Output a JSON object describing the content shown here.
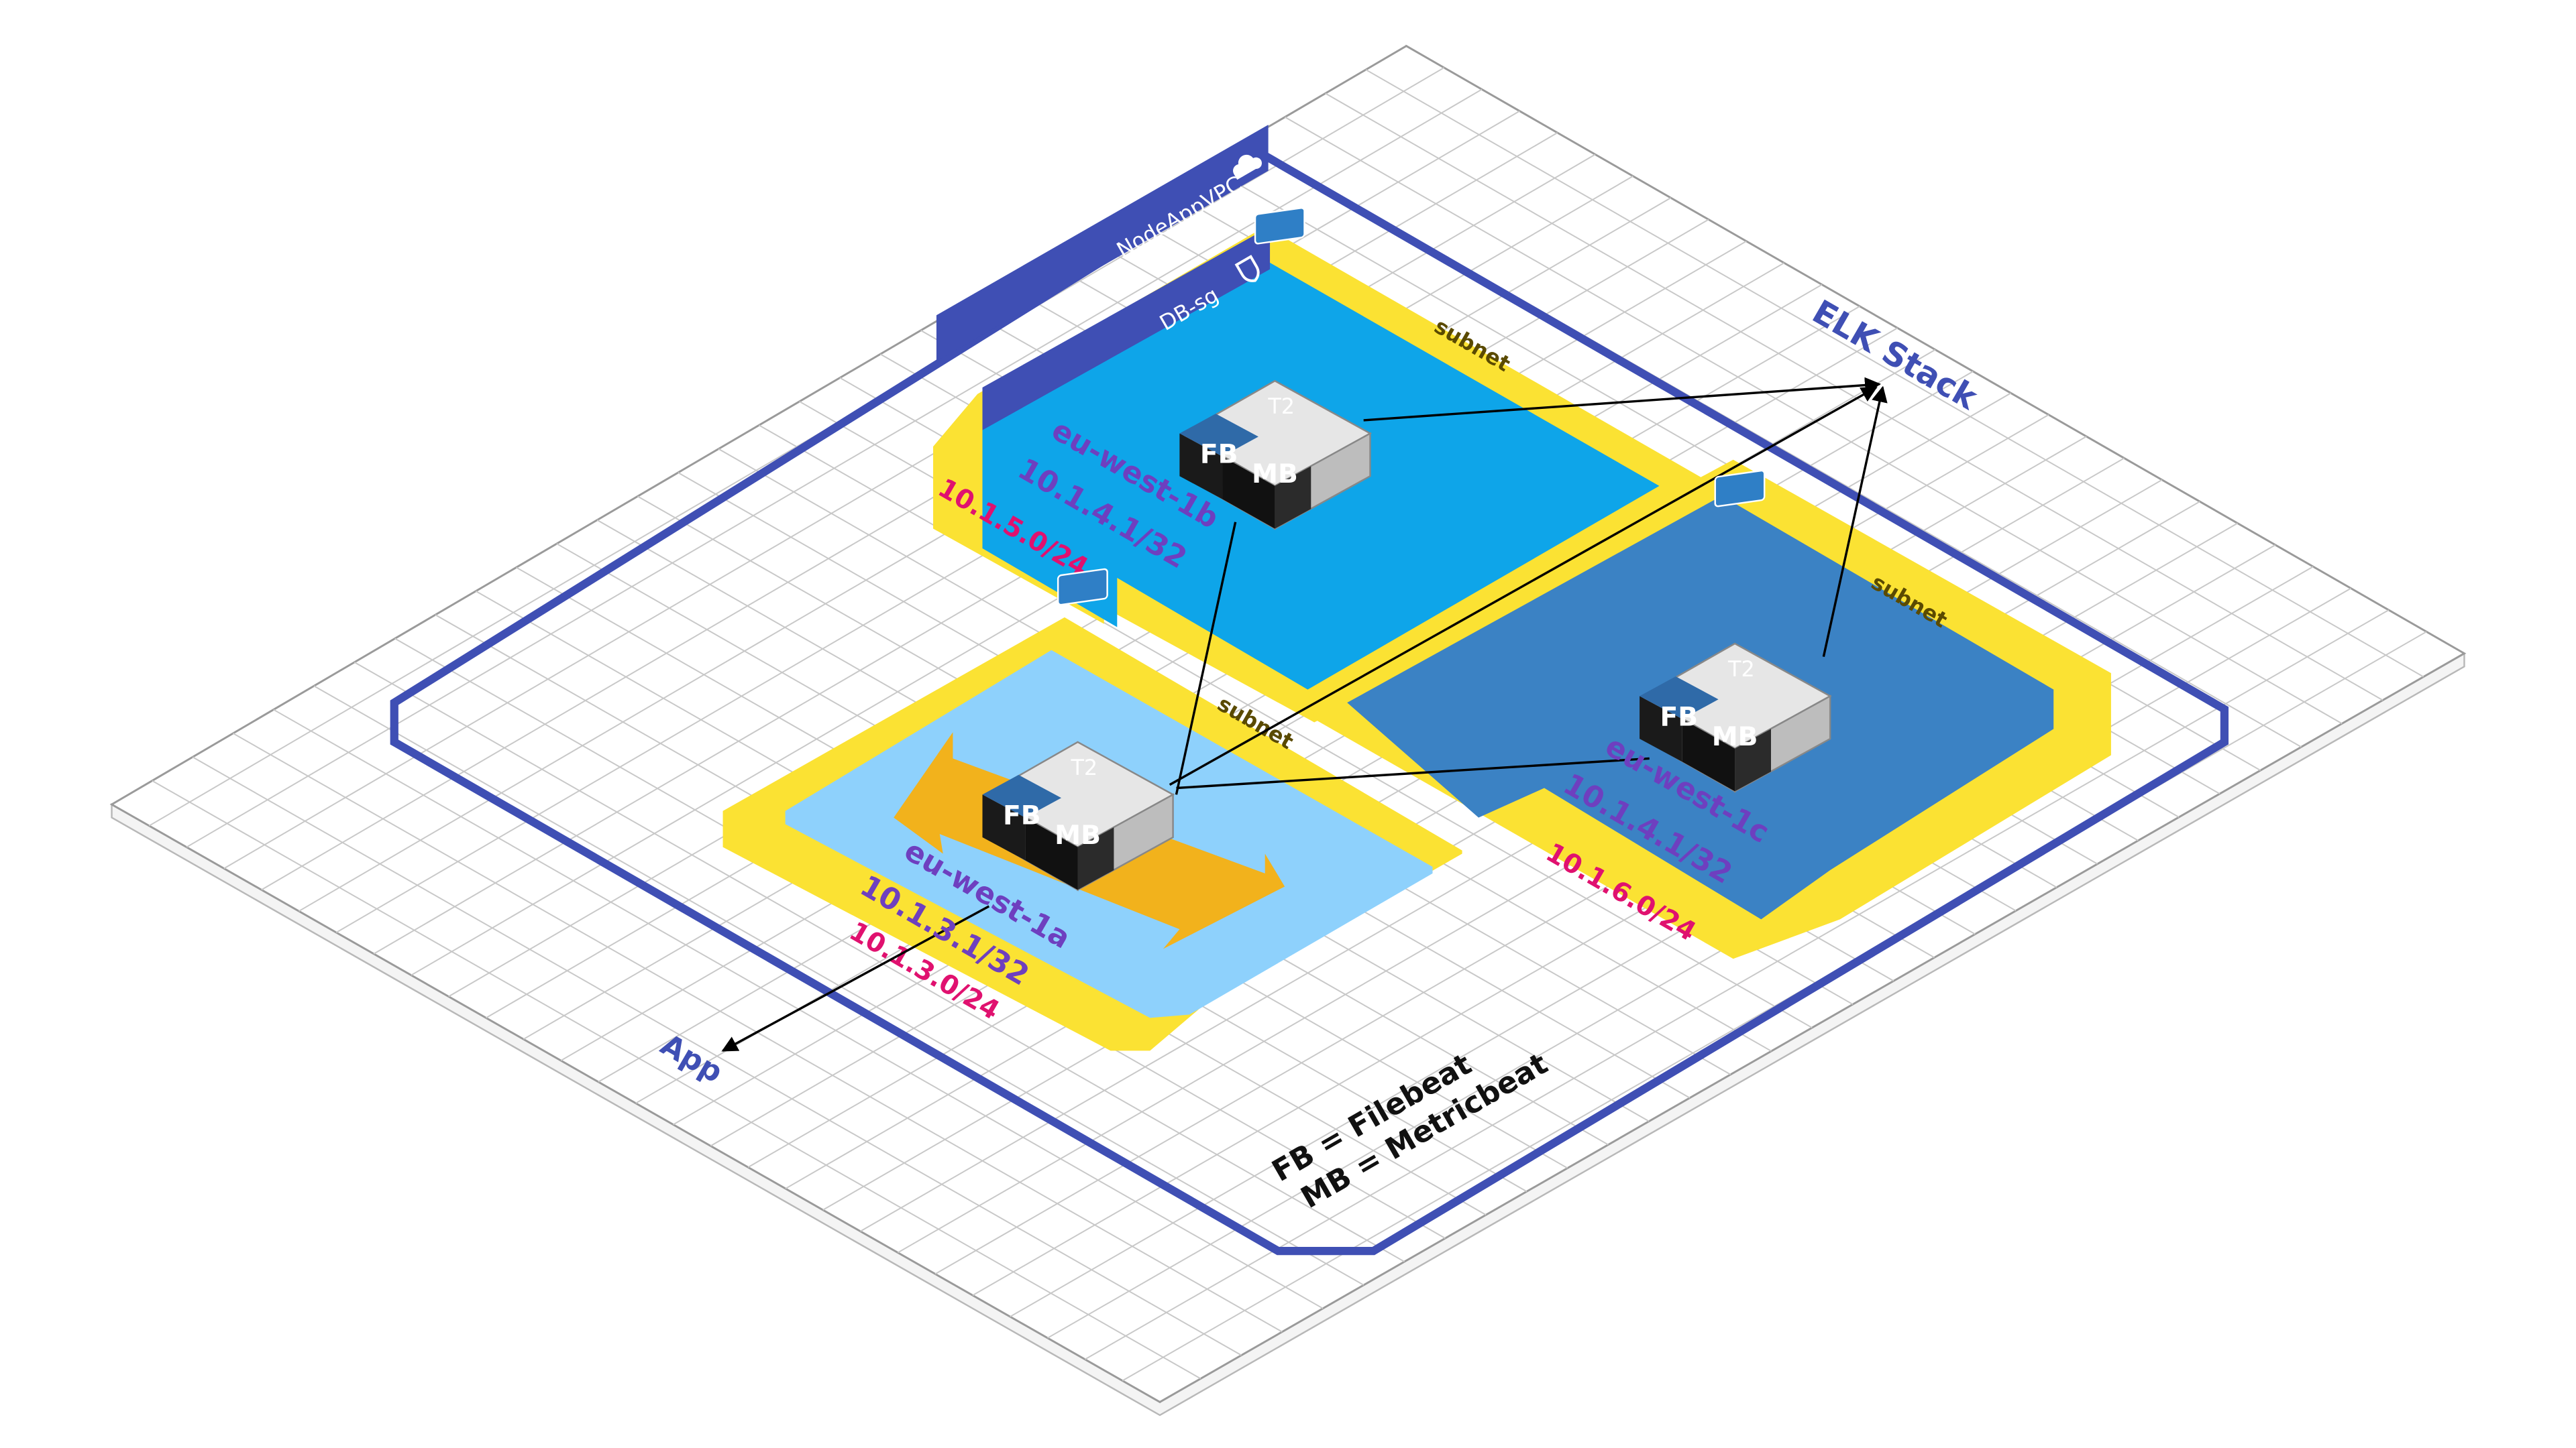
{
  "vpc": {
    "label": "NodeAppVPC",
    "icon": "cloud-icon",
    "color": "#3F4FB4"
  },
  "security_group": {
    "label": "DB-sg",
    "icon": "shield-icon",
    "color": "#3F4FB4"
  },
  "subnets": [
    {
      "key": "1b",
      "label": "subnet",
      "cidr": "10.1.5.0/24",
      "fill": "#0EA5E9"
    },
    {
      "key": "1c",
      "label": "subnet",
      "cidr": "10.1.6.0/24",
      "fill": "#3B82C4"
    },
    {
      "key": "1a",
      "label": "subnet",
      "cidr": "10.1.3.0/24",
      "fill": "#8ED1FC"
    }
  ],
  "instances": [
    {
      "key": "1b",
      "zone": "eu-west-1b",
      "ip": "10.1.4.1/32",
      "type": "T2",
      "agent1": "FB",
      "agent2": "MB"
    },
    {
      "key": "1c",
      "zone": "eu-west-1c",
      "ip": "10.1.4.1/32",
      "type": "T2",
      "agent1": "FB",
      "agent2": "MB"
    },
    {
      "key": "1a",
      "zone": "eu-west-1a",
      "ip": "10.1.3.1/32",
      "type": "T2",
      "agent1": "FB",
      "agent2": "MB"
    }
  ],
  "external": {
    "elk": "ELK Stack",
    "app": "App"
  },
  "legend": {
    "line1": "FB = Filebeat",
    "line2": "MB = Metricbeat"
  },
  "colors": {
    "border": "#3F4FB4",
    "subnet_outline": "#FBE233",
    "cidr_text": "#E0116F",
    "zone_text": "#6E3FBF",
    "autoscale_arrows": "#F2B21C",
    "grid": "#C8C8C8"
  }
}
